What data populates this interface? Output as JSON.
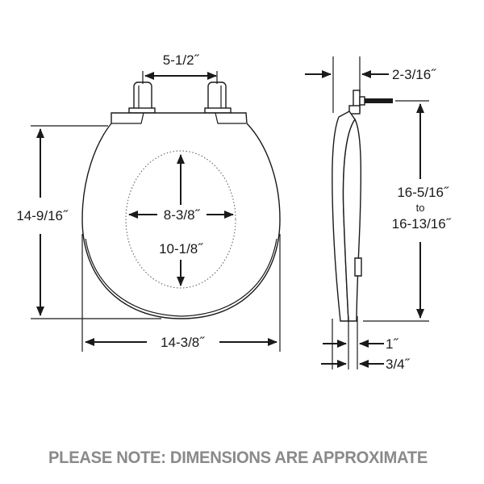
{
  "dimensions": {
    "hinge_spacing": "5-1/2˝",
    "overall_length": "14-9/16˝",
    "inner_width": "8-3/8˝",
    "inner_length": "10-1/8˝",
    "overall_width": "14-3/8˝",
    "hinge_depth": "2-3/16˝",
    "bolt_to_front_min": "16-5/16˝",
    "bolt_to_front_connector": "to",
    "bolt_to_front_max": "16-13/16˝",
    "lid_thickness": "1˝",
    "seat_thickness": "3/4˝"
  },
  "note": "PLEASE NOTE: DIMENSIONS ARE APPROXIMATE"
}
